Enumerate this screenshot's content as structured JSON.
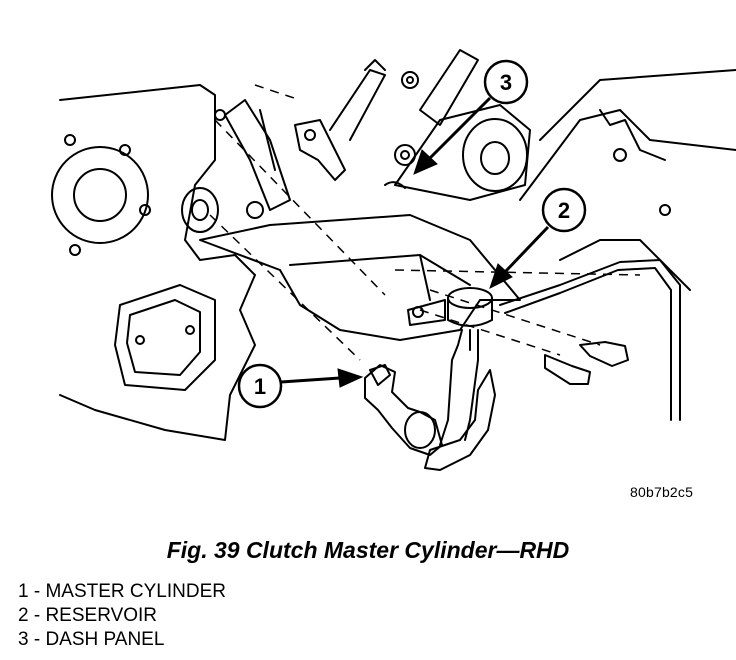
{
  "figure": {
    "image_code": "80b7b2c5",
    "caption": "Fig. 39 Clutch Master Cylinder—RHD",
    "callouts": [
      "1",
      "2",
      "3"
    ],
    "legend": [
      "1 - MASTER CYLINDER",
      "2 - RESERVOIR",
      "3 - DASH PANEL"
    ]
  }
}
